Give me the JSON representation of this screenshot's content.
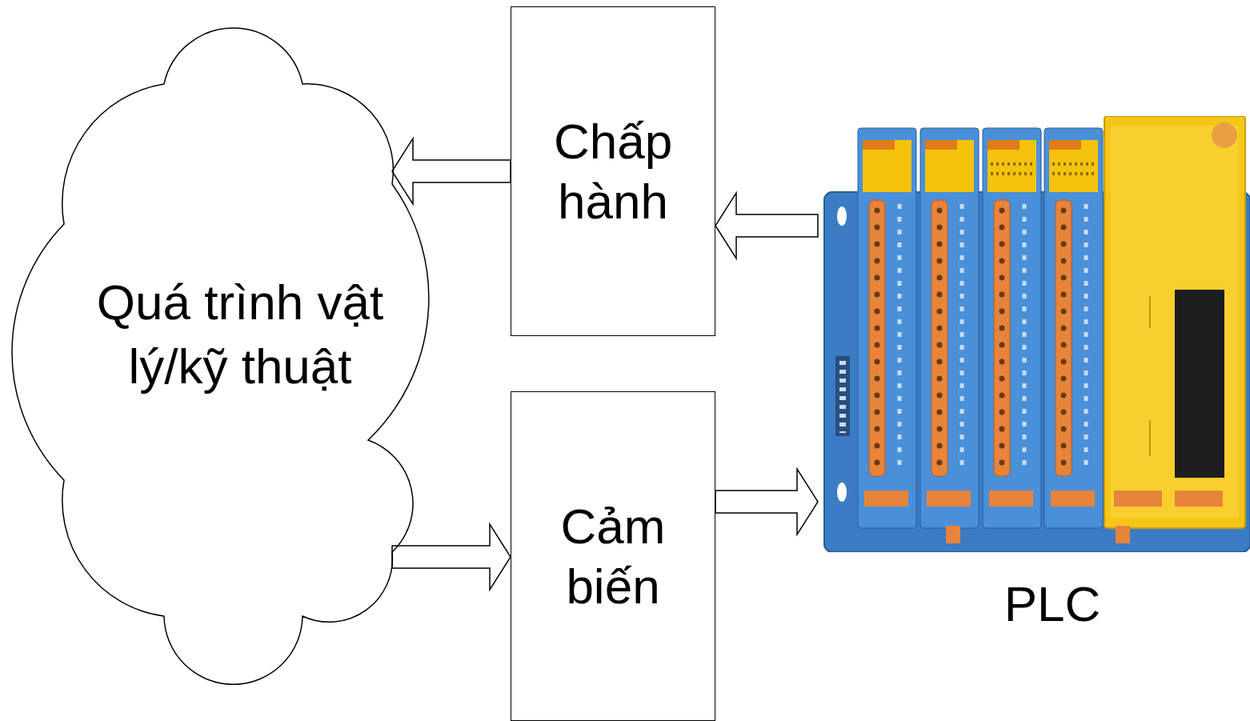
{
  "diagram": {
    "nodes": [
      {
        "text": [
          "Quá trình vật lý/kỹ thuật"
        ]
      },
      {
        "text": [
          "Chấp hành"
        ]
      },
      {
        "text": [
          "Cảm biến"
        ]
      },
      {
        "text": [
          "PLC"
        ]
      }
    ],
    "edges": [
      {
        "from": 0,
        "to": 2,
        "arrow": "to"
      },
      {
        "from": 2,
        "to": 3,
        "arrow": "to"
      },
      {
        "from": 3,
        "to": 1,
        "arrow": "to"
      },
      {
        "from": 1,
        "to": 0,
        "arrow": "to"
      }
    ]
  }
}
